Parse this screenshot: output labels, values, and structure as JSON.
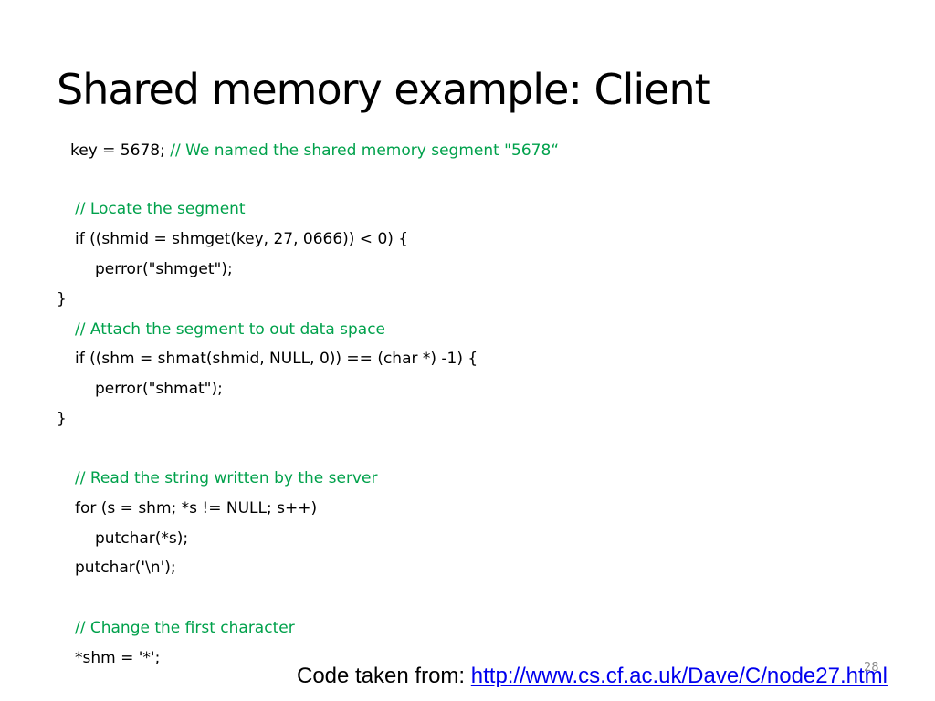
{
  "slide": {
    "title": "Shared memory example: Client",
    "slide_number": "28"
  },
  "code": {
    "l1": {
      "code": "key = 5678; ",
      "comment": "// We named the shared memory segment \"5678“"
    },
    "l2": {
      "comment": "// Locate the segment"
    },
    "l3": {
      "code": "if ((shmid = shmget(key, 27, 0666)) < 0) {"
    },
    "l4": {
      "code": "perror(\"shmget\");"
    },
    "l5": {
      "code": "}"
    },
    "l6": {
      "comment": "// Attach the segment to out data space"
    },
    "l7": {
      "code": "if ((shm = shmat(shmid, NULL, 0)) == (char *) -1) {"
    },
    "l8": {
      "code": "perror(\"shmat\");"
    },
    "l9": {
      "code": "}"
    },
    "l10": {
      "comment": "// Read the string written by the server"
    },
    "l11": {
      "code": "for (s = shm; *s != NULL; s++)"
    },
    "l12": {
      "code": "putchar(*s);"
    },
    "l13": {
      "code": "putchar('\\n');"
    },
    "l14": {
      "comment": "// Change the first character"
    },
    "l15": {
      "code": "*shm = '*';"
    }
  },
  "footer": {
    "prefix": "Code taken from: ",
    "link_text": "http://www.cs.cf.ac.uk/Dave/C/node27.html"
  },
  "colors": {
    "comment": "#00a14b",
    "link": "#0000ee",
    "text": "#000000"
  }
}
